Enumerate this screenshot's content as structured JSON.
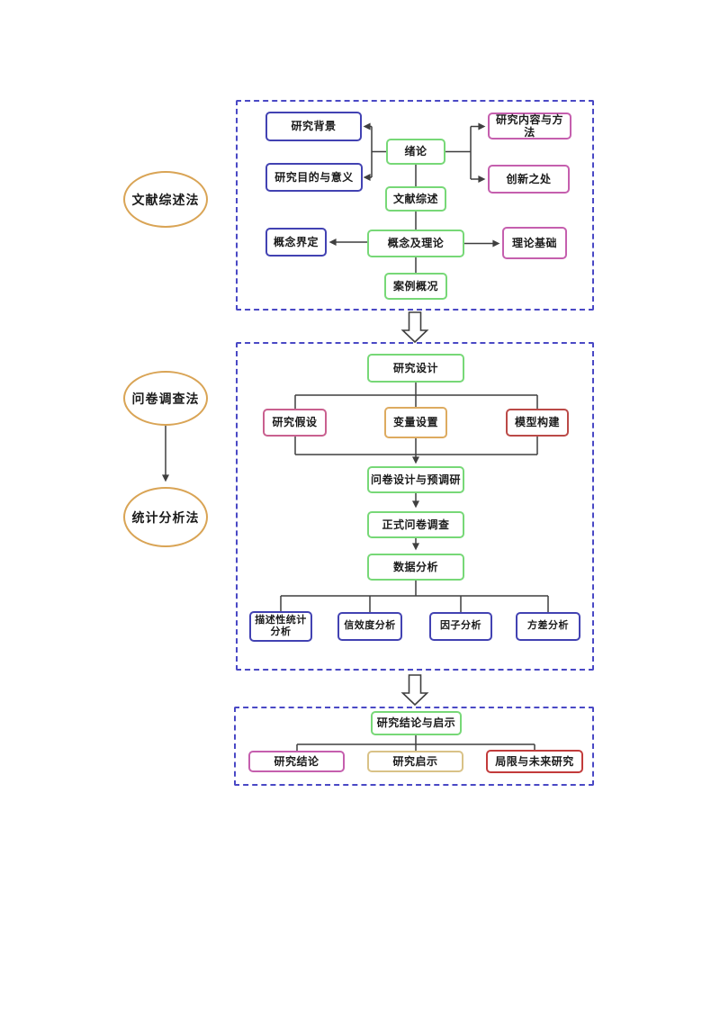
{
  "methods": {
    "literature_review": "文献综述法",
    "questionnaire_survey": "问卷调查法",
    "statistical_analysis": "统计分析法"
  },
  "section_literature": {
    "research_background": "研究背景",
    "research_purpose": "研究目的与意义",
    "introduction": "绪论",
    "content_methods": "研究内容与方法",
    "innovations": "创新之处",
    "literature_review": "文献综述",
    "concept_definition": "概念界定",
    "concepts_and_theory": "概念及理论",
    "theoretical_basis": "理论基础",
    "case_overview": "案例概况"
  },
  "section_survey": {
    "research_design": "研究设计",
    "research_hypothesis": "研究假设",
    "variable_setting": "变量设置",
    "model_construction": "模型构建",
    "questionnaire_pretest": "问卷设计与预调研",
    "formal_survey": "正式问卷调查",
    "data_analysis": "数据分析",
    "descriptive_statistics": "描述性统计分析",
    "reliability_validity": "信效度分析",
    "factor_analysis": "因子分析",
    "variance_analysis": "方差分析"
  },
  "section_conclusion": {
    "conclusions_implications": "研究结论与启示",
    "conclusions": "研究结论",
    "implications": "研究启示",
    "limitations_future": "局限与未来研究"
  },
  "colors": {
    "background": "#ffffff",
    "line": "#3f3f3f",
    "text": "#1b1b1b",
    "frame_dash": "#4a49c5",
    "box_blue": "#4242b2",
    "box_green": "#77d877",
    "box_pink": "#c55fae",
    "box_rose": "#c9608f",
    "box_orange": "#ddab60",
    "box_red": "#bb4a47",
    "box_bright_red": "#c23b3b",
    "box_tan": "#d9c287",
    "ellipse_orange": "#d9a455"
  }
}
